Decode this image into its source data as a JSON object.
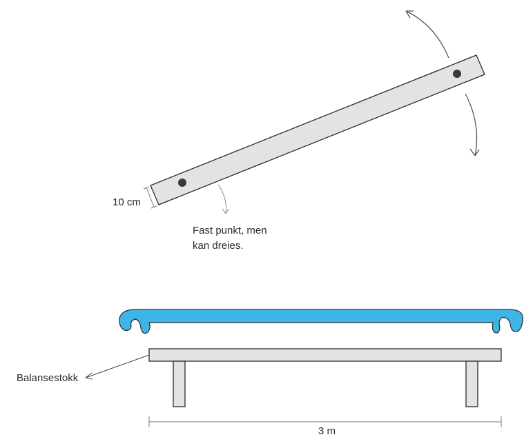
{
  "labels": {
    "width_dimension": "10 cm",
    "pivot_note_line1": "Fast punkt, men",
    "pivot_note_line2": "kan dreies.",
    "beam_name": "Balansestokk",
    "length_dimension": "3 m"
  },
  "colors": {
    "mat": "#3db5e6",
    "wood": "#e3e3e3",
    "outline": "#2a2a2a",
    "pivot": "#3a3a3a",
    "text": "#2b2b2b"
  },
  "icons": {
    "rotation_top": "curved-arrow-ccw-icon",
    "rotation_bottom": "curved-arrow-cw-icon",
    "pointer": "arrow-icon"
  }
}
